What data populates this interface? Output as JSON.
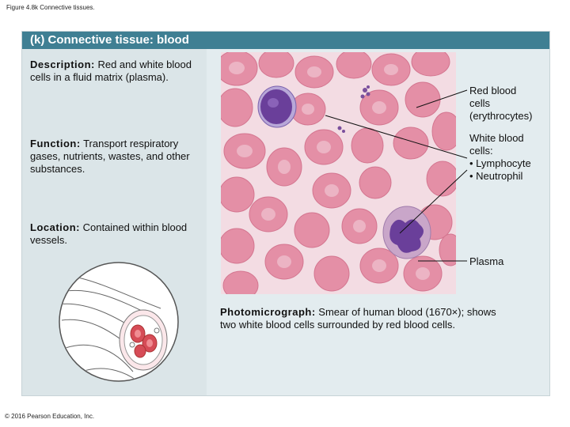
{
  "figure_caption": "Figure 4.8k Connective tissues.",
  "panel_title": "(k) Connective tissue: blood",
  "description": {
    "label": "Description:",
    "text": " Red and white blood cells in a fluid matrix (plasma)."
  },
  "function": {
    "label": "Function:",
    "text": " Transport respiratory gases, nutrients, wastes, and other substances."
  },
  "location": {
    "label": "Location:",
    "text": " Contained within blood vessels."
  },
  "labels": {
    "rbc_line1": "Red blood",
    "rbc_line2": "cells",
    "rbc_line3": "(erythrocytes)",
    "wbc_line1": "White blood",
    "wbc_line2": "cells:",
    "wbc_line3": "• Lymphocyte",
    "wbc_line4": "• Neutrophil",
    "plasma": "Plasma"
  },
  "photo_caption": {
    "label": "Photomicrograph:",
    "text": " Smear of human blood (1670×); shows two white blood cells surrounded by red blood cells."
  },
  "copyright": "© 2016 Pearson Education, Inc.",
  "colors": {
    "header": "#3f7f93",
    "panel_bg": "#e3ecef",
    "rbc": "#e48fa6",
    "plasma_bg": "#f3dce3",
    "wbc_nucleus": "#6a3f9a"
  }
}
